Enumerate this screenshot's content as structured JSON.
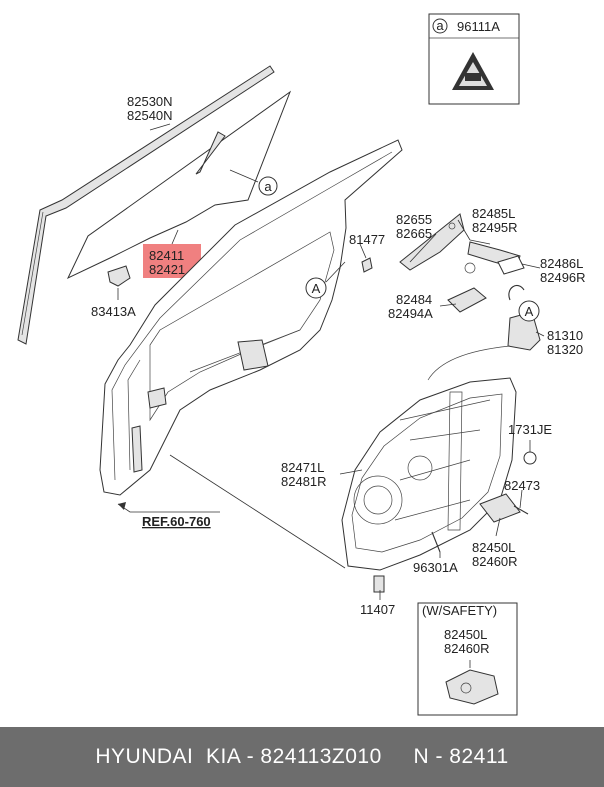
{
  "labels": {
    "symbol_label": "96111A",
    "callout_a": "a",
    "callout_A": "A",
    "glass_1": "82530N",
    "glass_2": "82540N",
    "window_1": "82411",
    "window_2": "82421",
    "clip": "83413A",
    "bolt_81477": "81477",
    "hinge_1": "82655",
    "hinge_2": "82665",
    "handle_1": "82485L",
    "handle_2": "82495R",
    "bracket_1": "82486L",
    "bracket_2": "82496R",
    "base_1": "82484",
    "base_2": "82494A",
    "latch_1": "81310",
    "latch_2": "81320",
    "ring": "1731JE",
    "regulator_1": "82471L",
    "regulator_2": "82481R",
    "screw_82473": "82473",
    "motor_1": "82450L",
    "motor_2": "82460R",
    "bolt_96301": "96301A",
    "bolt_11407": "11407",
    "ref": "REF.60-760",
    "safety_title": "(W/SAFETY)",
    "safety_1": "82450L",
    "safety_2": "82460R"
  },
  "footer": {
    "text": "HYUNDAI  KIA - 824113Z010     N - 82411"
  },
  "colors": {
    "highlight": "#f08080",
    "footer_bg": "#6d6d6d"
  }
}
